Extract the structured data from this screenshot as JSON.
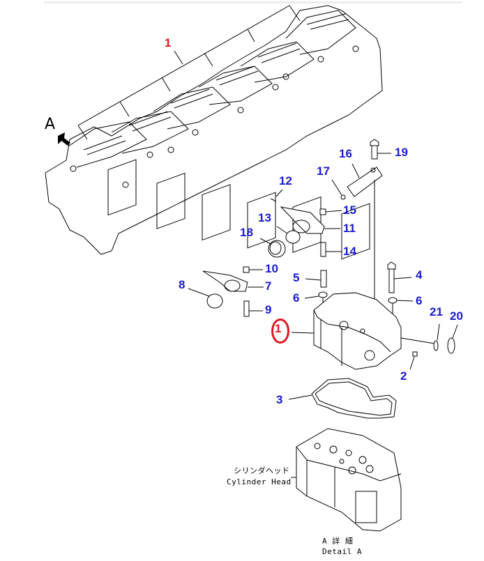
{
  "diagram": {
    "title": "Cylinder Head Assembly Parts Diagram",
    "view_marker": "A",
    "callouts": [
      {
        "id": "1",
        "label": "1",
        "color": "red",
        "part": "cylinder-head-assembly"
      },
      {
        "id": "1b",
        "label": "1",
        "color": "red",
        "circled": true,
        "part": "cylinder-head"
      },
      {
        "id": "2",
        "label": "2",
        "color": "blue"
      },
      {
        "id": "3",
        "label": "3",
        "color": "blue",
        "part": "gasket"
      },
      {
        "id": "4",
        "label": "4",
        "color": "blue",
        "part": "bolt"
      },
      {
        "id": "5",
        "label": "5",
        "color": "blue",
        "part": "bolt"
      },
      {
        "id": "6a",
        "label": "6",
        "color": "blue",
        "part": "washer"
      },
      {
        "id": "6b",
        "label": "6",
        "color": "blue",
        "part": "washer"
      },
      {
        "id": "7",
        "label": "7",
        "color": "blue",
        "part": "rocker-arm"
      },
      {
        "id": "8",
        "label": "8",
        "color": "blue",
        "part": "bushing"
      },
      {
        "id": "9",
        "label": "9",
        "color": "blue",
        "part": "adjust-screw"
      },
      {
        "id": "10",
        "label": "10",
        "color": "blue",
        "part": "nut"
      },
      {
        "id": "11",
        "label": "11",
        "color": "blue",
        "part": "rocker-arm"
      },
      {
        "id": "12",
        "label": "12",
        "color": "blue",
        "part": "pin"
      },
      {
        "id": "13",
        "label": "13",
        "color": "blue",
        "part": "bushing"
      },
      {
        "id": "14",
        "label": "14",
        "color": "blue",
        "part": "adjust-screw"
      },
      {
        "id": "15",
        "label": "15",
        "color": "blue",
        "part": "nut"
      },
      {
        "id": "16",
        "label": "16",
        "color": "blue",
        "part": "rocker-shaft-bracket"
      },
      {
        "id": "17",
        "label": "17",
        "color": "blue",
        "part": "ball"
      },
      {
        "id": "18",
        "label": "18",
        "color": "blue",
        "part": "bushing"
      },
      {
        "id": "19",
        "label": "19",
        "color": "blue",
        "part": "bolt"
      },
      {
        "id": "20",
        "label": "20",
        "color": "blue",
        "part": "seal"
      },
      {
        "id": "21",
        "label": "21",
        "color": "blue",
        "part": "o-ring"
      }
    ],
    "cylinder_head_label_jp": "シリンダヘッド",
    "cylinder_head_label_en": "Cylinder Head",
    "detail_label_jp": "A 詳 細",
    "detail_label_en": "Detail A"
  },
  "colors": {
    "callout_blue": "#1a1acc",
    "callout_red": "#e0141e",
    "line": "#000000",
    "background": "#ffffff"
  }
}
